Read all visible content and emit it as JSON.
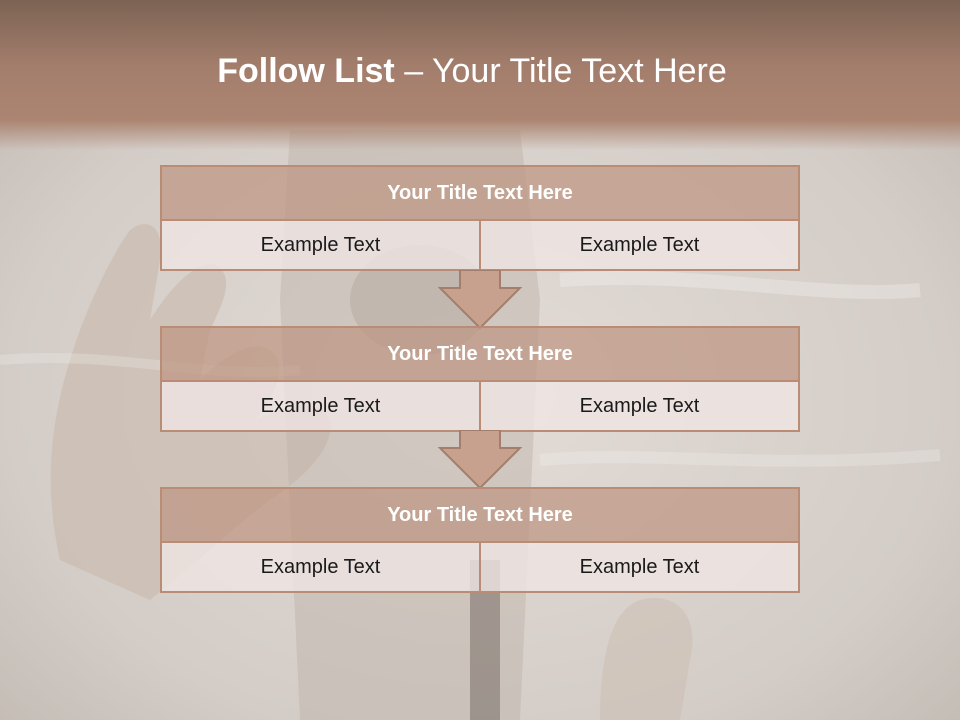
{
  "header": {
    "title_bold": "Follow List",
    "title_rest": " – Your Title Text Here"
  },
  "blocks": [
    {
      "title": "Your Title Text Here",
      "cells": [
        "Example Text",
        "Example Text"
      ]
    },
    {
      "title": "Your Title Text Here",
      "cells": [
        "Example Text",
        "Example Text"
      ]
    },
    {
      "title": "Your Title Text Here",
      "cells": [
        "Example Text",
        "Example Text"
      ]
    }
  ],
  "colors": {
    "header": "#a47e6c",
    "block_title": "#c19a87",
    "block_border": "#b98c76",
    "cell_fill": "#efe4e1"
  },
  "icons": [
    "down-arrow-icon",
    "down-arrow-icon"
  ]
}
